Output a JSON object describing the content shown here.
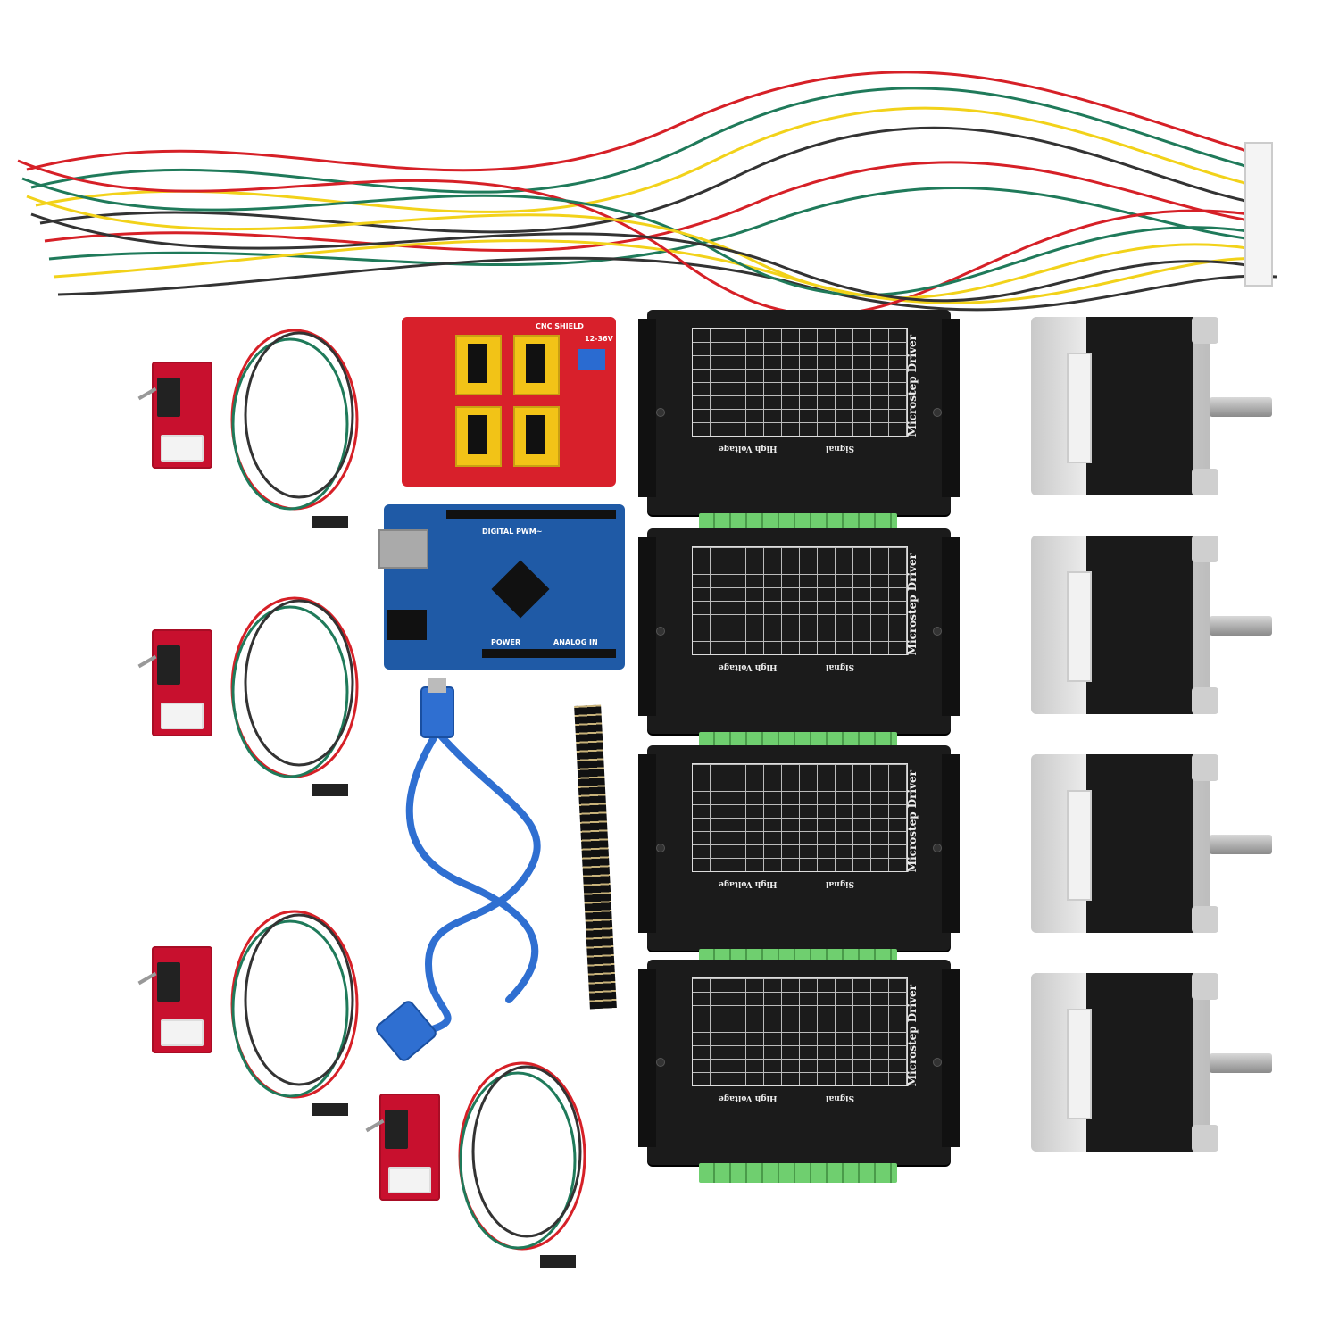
{
  "cnc_shield": {
    "label": "CNC SHIELD",
    "voltage": "12-36V"
  },
  "arduino": {
    "digital_label": "DIGITAL PWM~",
    "power_label": "POWER",
    "analog_label": "ANALOG IN"
  },
  "drivers": [
    {
      "title": "Microstep Driver",
      "high_voltage": "High Voltage",
      "signal": "Signal"
    },
    {
      "title": "Microstep Driver",
      "high_voltage": "High Voltage",
      "signal": "Signal"
    },
    {
      "title": "Microstep Driver",
      "high_voltage": "High Voltage",
      "signal": "Signal"
    },
    {
      "title": "Microstep Driver",
      "high_voltage": "High Voltage",
      "signal": "Signal"
    }
  ],
  "colors": {
    "wire_red": "#d62027",
    "wire_green": "#1f7a5a",
    "wire_yellow": "#f2d21a",
    "wire_black": "#333333",
    "usb_cable": "#2f6fd1"
  }
}
